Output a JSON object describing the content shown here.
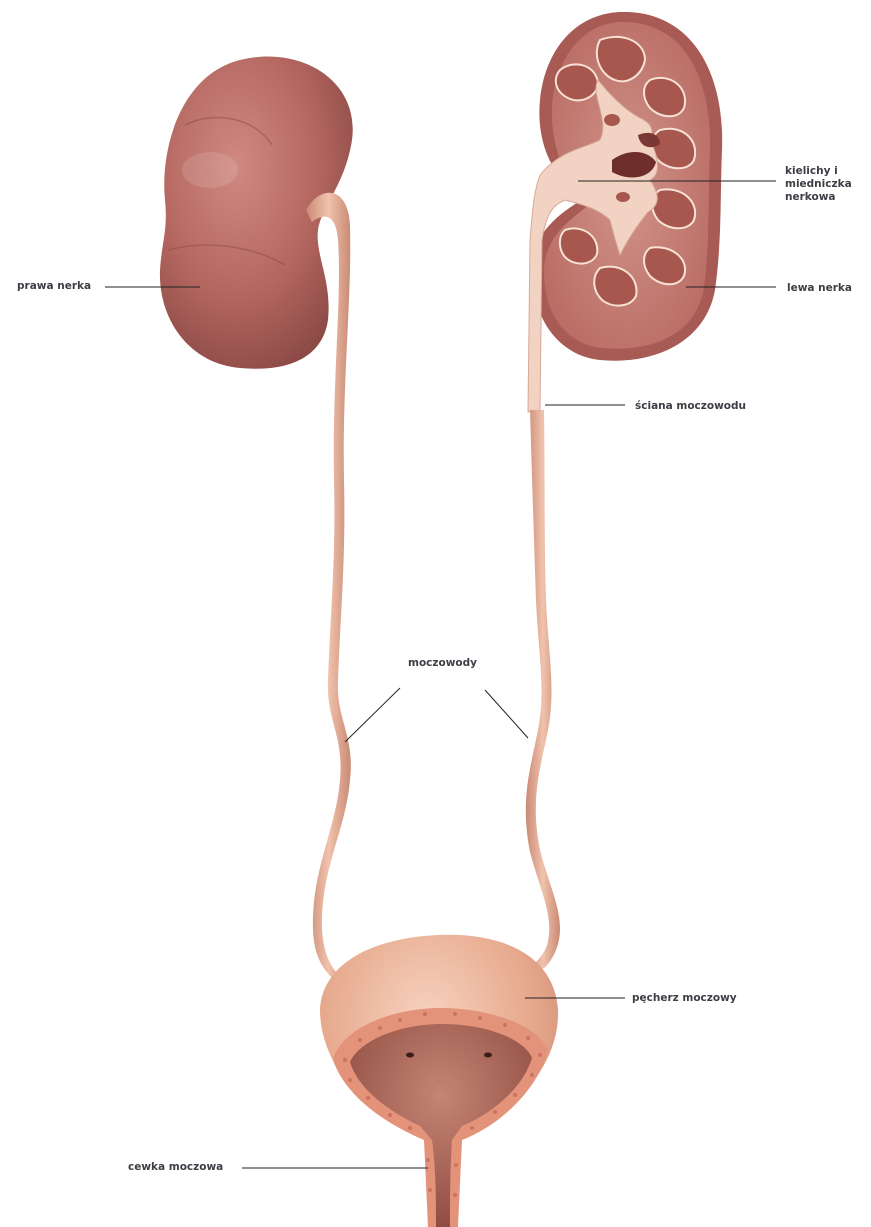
{
  "labels": {
    "right_kidney": "prawa nerka",
    "calyces_line1": "kielichy i",
    "calyces_line2": "miedniczka",
    "calyces_line3": "nerkowa",
    "left_kidney": "lewa nerka",
    "ureter_wall": "ściana moczowodu",
    "ureters": "moczowody",
    "bladder": "pęcherz moczowy",
    "urethra": "cewka moczowa"
  },
  "colors": {
    "kidney": "#b3665f",
    "kidney_shadow": "#8c4a46",
    "cortex": "#c47a72",
    "pyramid": "#a8574f",
    "pelvis": "#f2d3c3",
    "ureter": "#e0aa91",
    "bladder": "#eab296",
    "bladder_inner": "#a35e4e",
    "bladder_wall": "#e3937a",
    "label_text": "#3d3d45",
    "leader_line": "#222222"
  }
}
